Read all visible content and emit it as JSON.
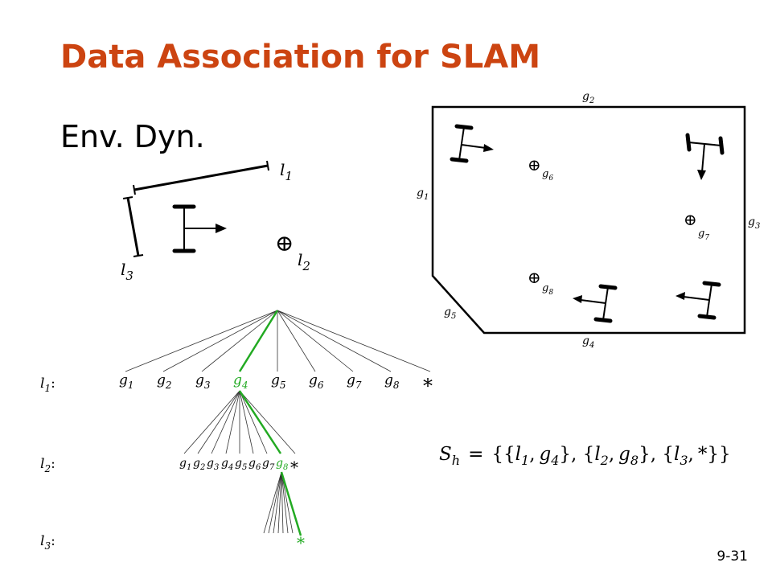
{
  "title": "Data Association for SLAM",
  "subtitle": "Env. Dyn.",
  "page_number": "9-31",
  "colors": {
    "title": "#cc4411",
    "highlight": "#22aa22",
    "ink": "#000000"
  },
  "env_map": {
    "walls": {
      "g1": "g",
      "g1_sub": "1",
      "g2": "g",
      "g2_sub": "2",
      "g3": "g",
      "g3_sub": "3",
      "g4": "g",
      "g4_sub": "4",
      "g5": "g",
      "g5_sub": "5"
    },
    "landmarks": {
      "g6": "g",
      "g6_sub": "6",
      "g7": "g",
      "g7_sub": "7",
      "g8": "g",
      "g8_sub": "8"
    },
    "landmark_symbol": "⊕"
  },
  "local_scene": {
    "l1": "l",
    "l1_sub": "1",
    "l2": "l",
    "l2_sub": "2",
    "l3": "l",
    "l3_sub": "3",
    "symbol": "⊕"
  },
  "tree": {
    "levels": [
      {
        "label": "l",
        "sub": "1",
        "colon": ":"
      },
      {
        "label": "l",
        "sub": "2",
        "colon": ":"
      },
      {
        "label": "l",
        "sub": "3",
        "colon": ":"
      }
    ],
    "level1_nodes": [
      {
        "g": "g",
        "sub": "1"
      },
      {
        "g": "g",
        "sub": "2"
      },
      {
        "g": "g",
        "sub": "3"
      },
      {
        "g": "g",
        "sub": "4"
      },
      {
        "g": "g",
        "sub": "5"
      },
      {
        "g": "g",
        "sub": "6"
      },
      {
        "g": "g",
        "sub": "7"
      },
      {
        "g": "g",
        "sub": "8"
      }
    ],
    "level2_nodes": [
      {
        "g": "g",
        "sub": "1"
      },
      {
        "g": "g",
        "sub": "2"
      },
      {
        "g": "g",
        "sub": "3"
      },
      {
        "g": "g",
        "sub": "4"
      },
      {
        "g": "g",
        "sub": "5"
      },
      {
        "g": "g",
        "sub": "6"
      },
      {
        "g": "g",
        "sub": "7"
      },
      {
        "g": "g",
        "sub": "8"
      }
    ],
    "star": "*",
    "selected_path": [
      "g4",
      "g8",
      "*"
    ]
  },
  "hypothesis": {
    "S": "S",
    "S_sub": "h",
    "eq": "=",
    "open": "{{",
    "l1": "l",
    "l1_sub": "1",
    "g4": "g",
    "g4_sub": "4",
    "sep1": "}, {",
    "l2": "l",
    "l2_sub": "2",
    "g8": "g",
    "g8_sub": "8",
    "sep2": "}, {",
    "l3": "l",
    "l3_sub": "3",
    "comma": ",",
    "star": "*",
    "close": "}}"
  }
}
